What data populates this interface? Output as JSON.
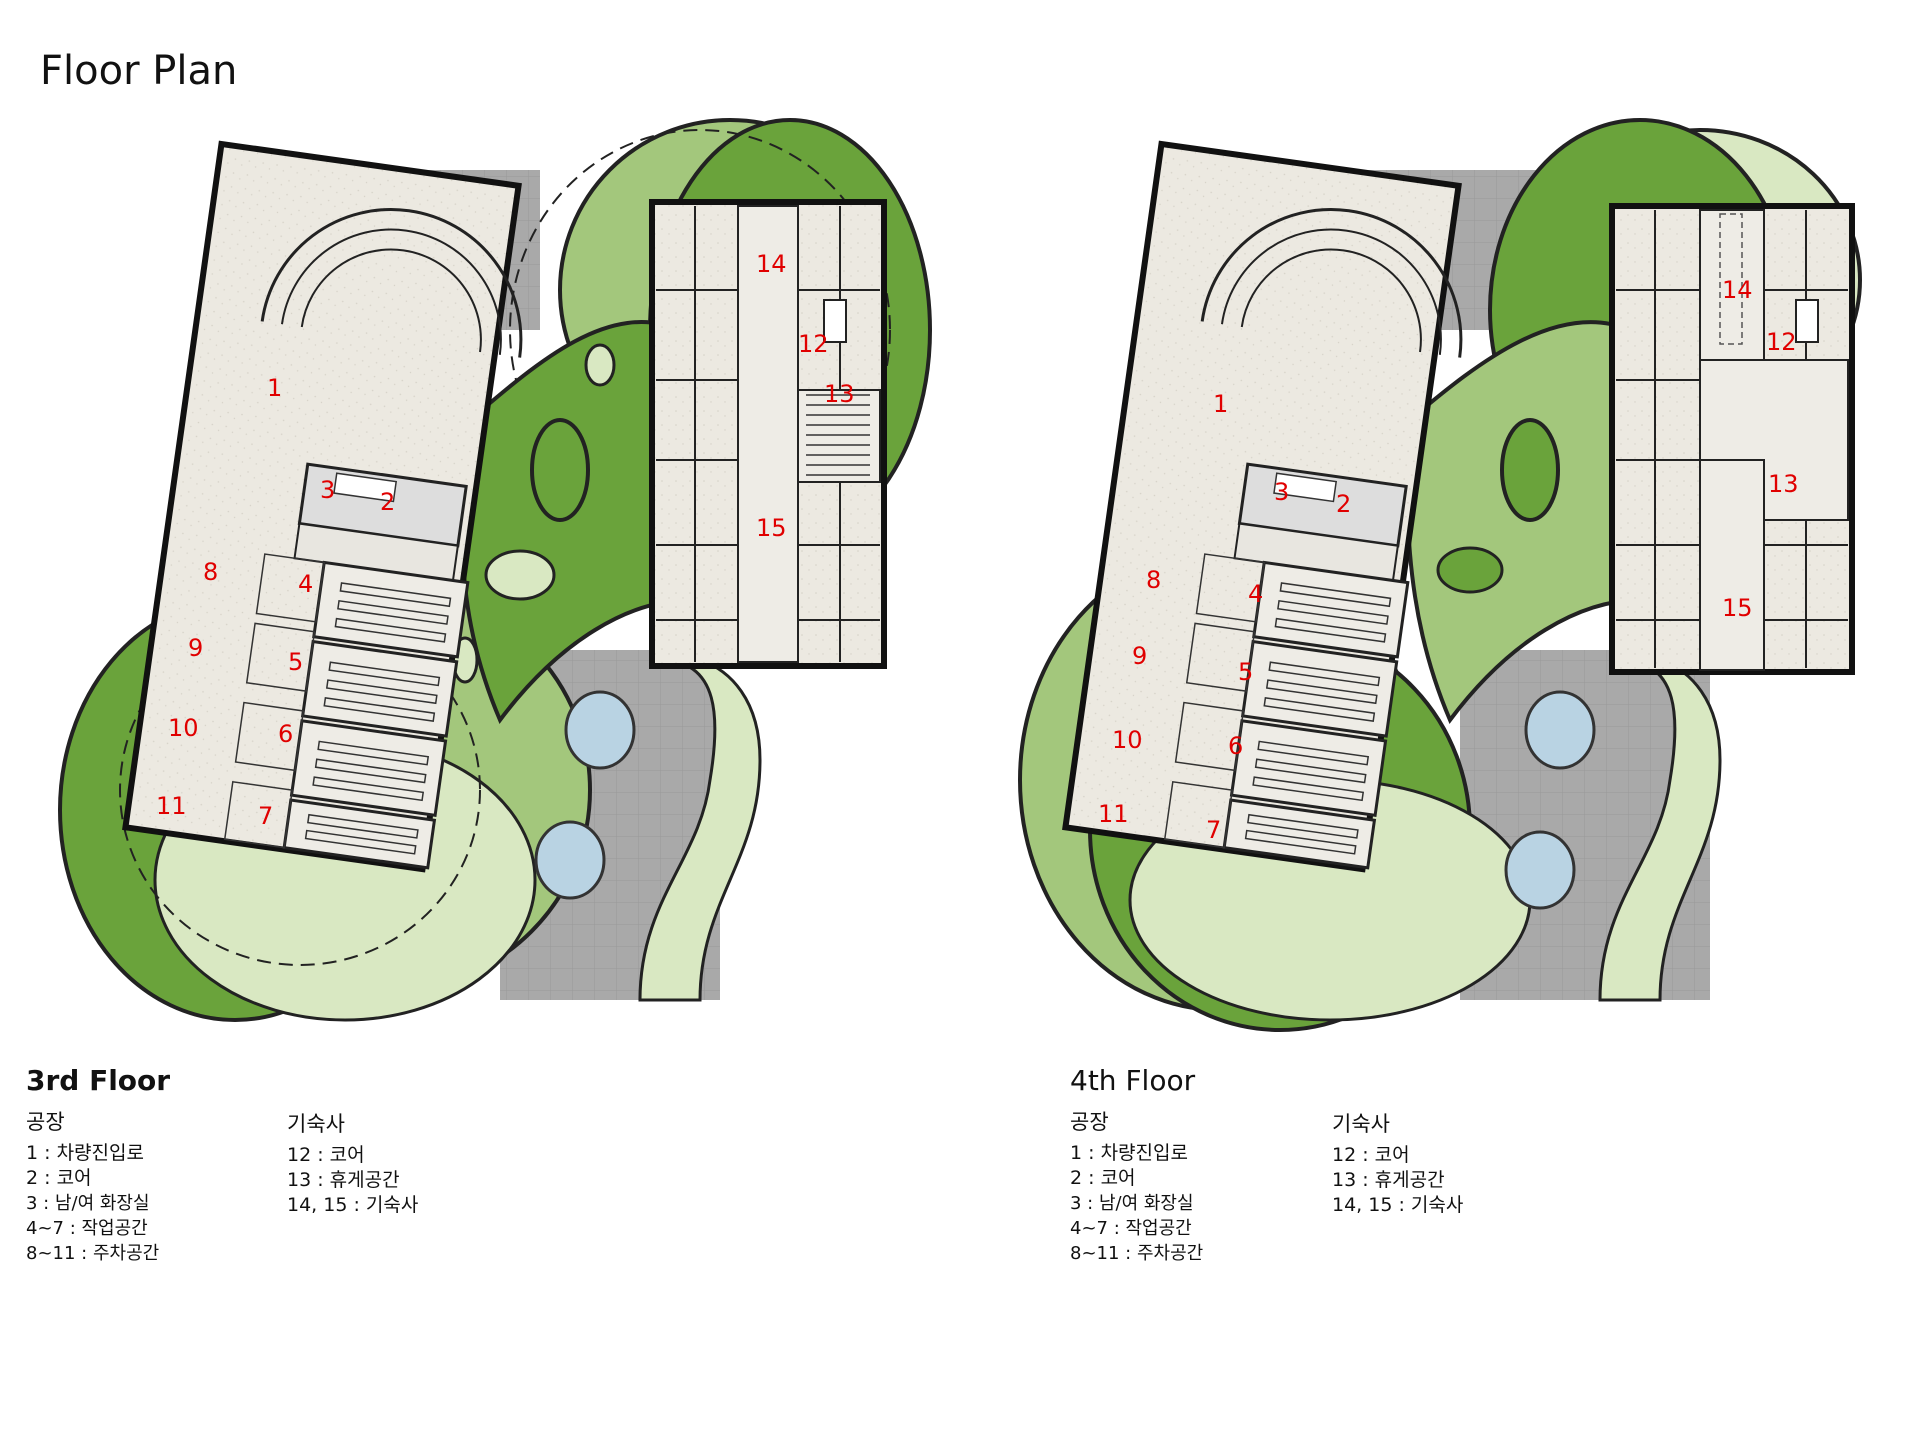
{
  "title": "Floor Plan",
  "floors": [
    {
      "heading": "3rd Floor",
      "labels": [
        "1",
        "2",
        "3",
        "4",
        "5",
        "6",
        "7",
        "8",
        "9",
        "10",
        "11",
        "12",
        "13",
        "14",
        "15"
      ],
      "legend_factory": {
        "title": "공장",
        "items": [
          "1 :  차량진입로",
          "2 : 코어",
          "3  : 남/여 화장실",
          "4~7 : 작업공간",
          "8~11 : 주차공간"
        ]
      },
      "legend_dorm": {
        "title": "기숙사",
        "items": [
          "12 : 코어",
          "13 : 휴게공간",
          "14, 15 : 기숙사"
        ]
      }
    },
    {
      "heading": "4th Floor",
      "labels": [
        "1",
        "2",
        "3",
        "4",
        "5",
        "6",
        "7",
        "8",
        "9",
        "10",
        "11",
        "12",
        "13",
        "14",
        "15"
      ],
      "legend_factory": {
        "title": "공장",
        "items": [
          "1 :  차량진입로",
          "2 : 코어",
          "3  : 남/여 화장실",
          "4~7 : 작업공간",
          "8~11 : 주차공간"
        ]
      },
      "legend_dorm": {
        "title": "기숙사",
        "items": [
          "12 : 코어",
          "13 : 휴게공간",
          "14, 15 : 기숙사"
        ]
      }
    }
  ],
  "colors": {
    "green_dark": "#6aa33b",
    "green_mid": "#a3c77c",
    "green_light": "#d9e8c2",
    "gray_site": "#a6a6a6",
    "floor_slab": "#ebe8e0",
    "label_red": "#e00000",
    "water": "#b9d3e3"
  }
}
